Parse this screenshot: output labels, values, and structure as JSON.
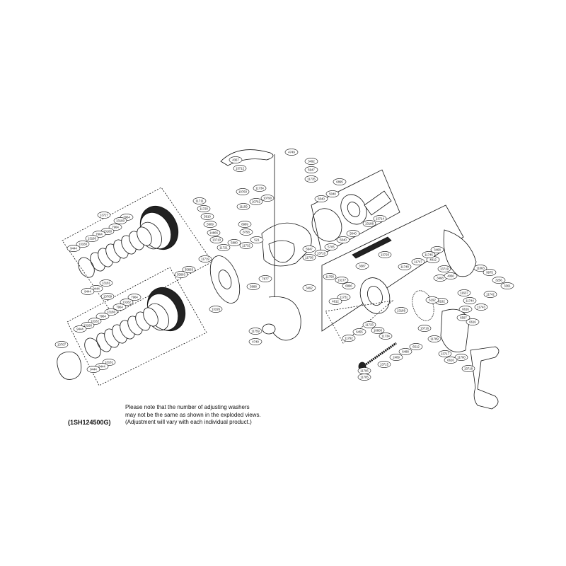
{
  "diagram": {
    "model_code": "(1SH124500G)",
    "note_lines": [
      "Please note that the number of adjusting washers",
      "may not be the same as shown in the exploded views.",
      "(Adjustment will vary with each individual product.)"
    ],
    "part_labels": [
      "4749",
      "4367",
      "13712",
      "3492",
      "5947",
      "11735",
      "10760",
      "11734",
      "10762",
      "10790",
      "11159",
      "11711",
      "11720",
      "5910",
      "5909",
      "14866",
      "13710",
      "8989",
      "8758",
      "521",
      "11732",
      "5880",
      "11721",
      "5947",
      "11738",
      "13710",
      "13727",
      "7964",
      "13180",
      "7964",
      "13180",
      "7964",
      "13180",
      "13180",
      "9444",
      "13181",
      "9444",
      "9444",
      "13709",
      "7964",
      "13182",
      "7964",
      "13180",
      "7964",
      "13182",
      "13180",
      "9444",
      "13181",
      "9444",
      "9444",
      "13707",
      "11719",
      "35683",
      "35683",
      "13195",
      "5688",
      "7877",
      "11759",
      "4749",
      "3492",
      "5040",
      "5040",
      "6895",
      "13714",
      "13188",
      "5040",
      "5040",
      "5705",
      "13720",
      "4812",
      "11747",
      "11748",
      "11746",
      "3468",
      "3468",
      "13719",
      "4060",
      "3587",
      "11758",
      "13177",
      "6896",
      "11731",
      "4812",
      "13189",
      "13716",
      "11789",
      "6192",
      "6192",
      "6616",
      "6597",
      "6616",
      "11760",
      "13717",
      "6616",
      "13718",
      "11733",
      "10800",
      "11734",
      "6455",
      "11792",
      "6512",
      "6488",
      "2409",
      "13715",
      "11706",
      "11705",
      "11063",
      "9975",
      "3256",
      "3361",
      "11637",
      "11744",
      "11743",
      "11742"
    ]
  }
}
